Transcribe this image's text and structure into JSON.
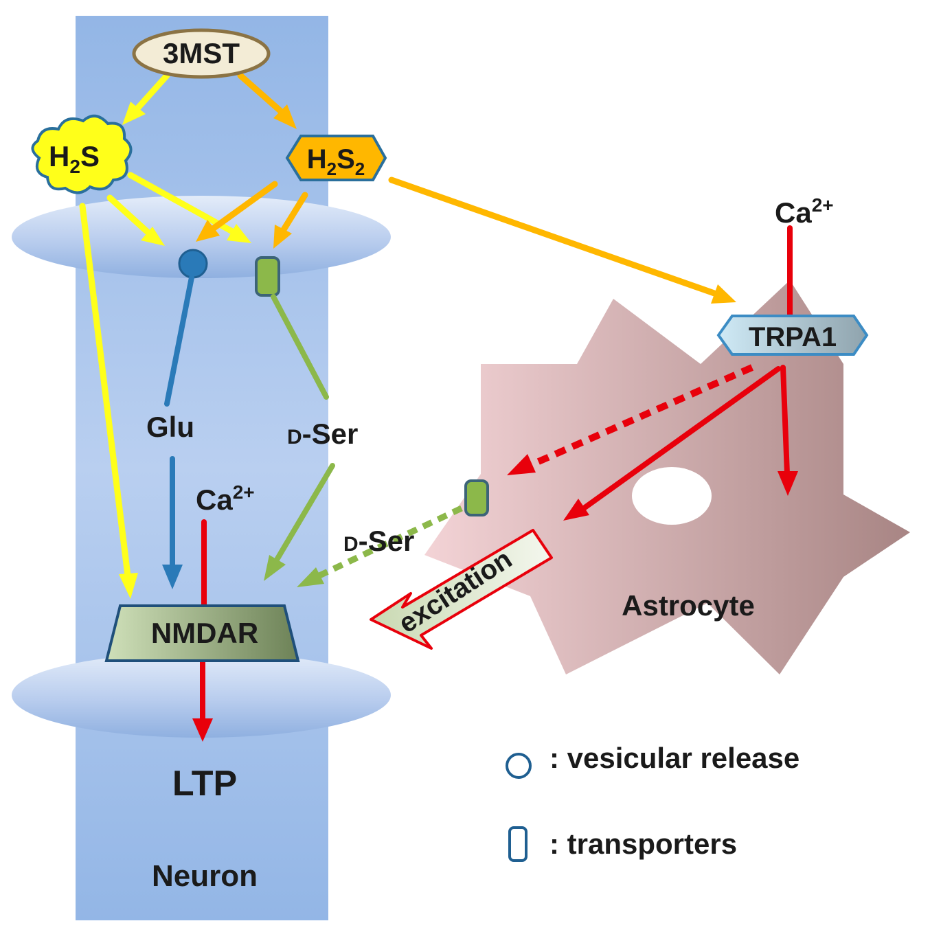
{
  "nodes": {
    "mst": "3MST",
    "h2s": {
      "main": "H",
      "sub": "2",
      "tail": "S"
    },
    "h2s2": {
      "main": "H",
      "sub1": "2",
      "mid": "S",
      "sub2": "2"
    },
    "trpa1": "TRPA1",
    "nmdar": "NMDAR",
    "ltp": "LTP",
    "neuron": "Neuron",
    "astrocyte": "Astrocyte"
  },
  "labels": {
    "glu": "Glu",
    "dser_prefix": "D",
    "dser_suffix": "-Ser",
    "ca_base": "Ca",
    "ca_sup": "2+",
    "excitation": "excitation"
  },
  "legend": {
    "vesicular": ": vesicular release",
    "transporters": ": transporters"
  },
  "colors": {
    "yellow_arrow": "#ffff1a",
    "orange_arrow": "#ffb700",
    "red_arrow": "#e8000b",
    "blue_arrow": "#2a7ab8",
    "green_arrow": "#8cb84a",
    "neuron_fill": "#a7c3ea",
    "astrocyte_fill": "#d9b3b6"
  }
}
